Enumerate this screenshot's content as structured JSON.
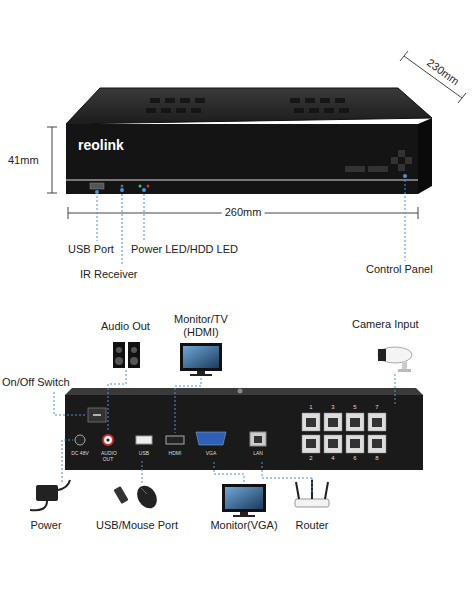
{
  "diagram": {
    "labels": [
      "reolink",
      "41mm",
      "230mm",
      "260mm",
      "USB Port",
      "IR Receiver",
      "Power LED/HDD LED",
      "Control Panel",
      "Audio Out",
      "Monitor/TV (HDMI)",
      "Camera Input",
      "On/Off Switch",
      "DC 48V",
      "AUDIO OUT",
      "USB",
      "HDMI",
      "VGA",
      "LAN",
      "1",
      "2",
      "3",
      "4",
      "5",
      "6",
      "7",
      "8",
      "Power",
      "USB/Mouse Port",
      "Monitor(VGA)",
      "Router"
    ]
  }
}
